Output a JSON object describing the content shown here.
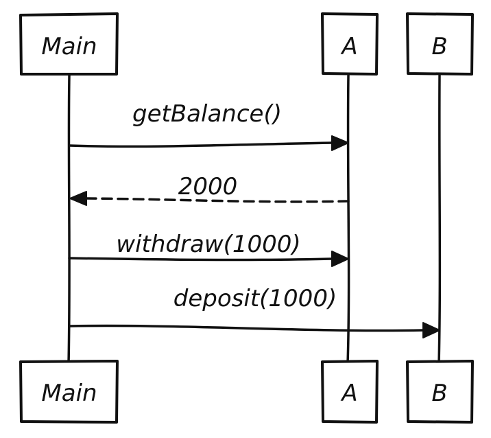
{
  "participants": {
    "main": "Main",
    "a": "A",
    "b": "B"
  },
  "messages": [
    {
      "label": "getBalance()",
      "from": "Main",
      "to": "A",
      "style": "solid"
    },
    {
      "label": "2000",
      "from": "A",
      "to": "Main",
      "style": "dashed"
    },
    {
      "label": "withdraw(1000)",
      "from": "Main",
      "to": "A",
      "style": "solid"
    },
    {
      "label": "deposit(1000)",
      "from": "Main",
      "to": "B",
      "style": "solid"
    }
  ],
  "colors": {
    "ink": "#111111",
    "background": "#ffffff"
  }
}
